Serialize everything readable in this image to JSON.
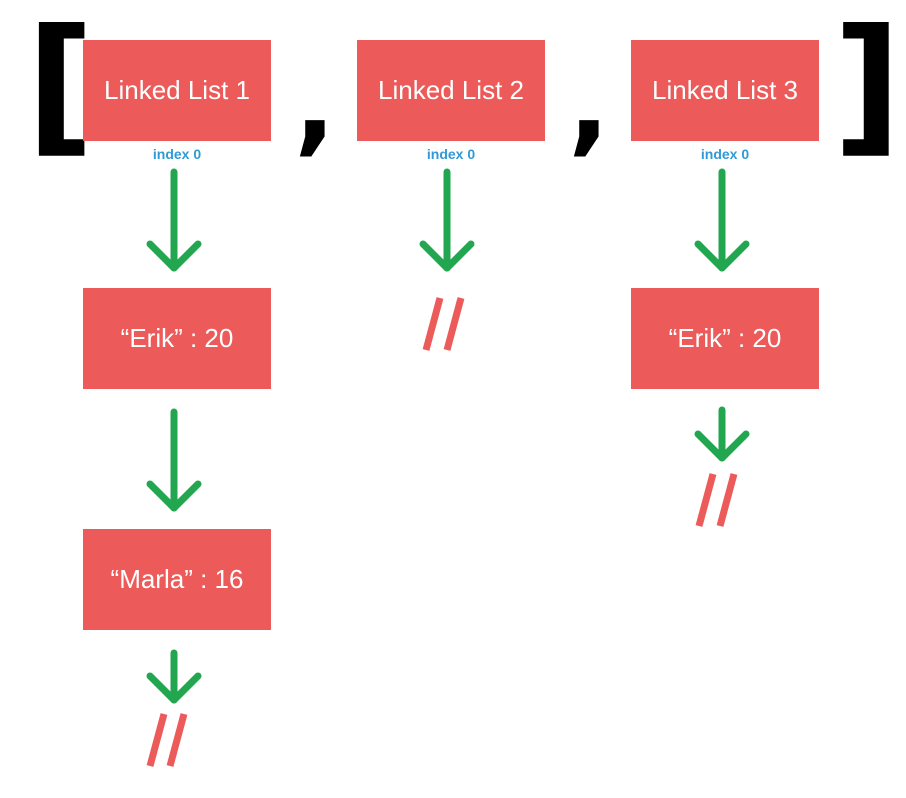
{
  "array": {
    "open_bracket": "[",
    "close_bracket": "]",
    "separator": ","
  },
  "lists": [
    {
      "header": "Linked List 1",
      "index_label": "index 0",
      "nodes": [
        "“Erik” : 20",
        "“Marla” : 16"
      ],
      "terminator": "//"
    },
    {
      "header": "Linked List 2",
      "index_label": "index 0",
      "nodes": [],
      "terminator": "//"
    },
    {
      "header": "Linked List 3",
      "index_label": "index 0",
      "nodes": [
        "“Erik” : 20"
      ],
      "terminator": "//"
    }
  ],
  "colors": {
    "node_fill": "#ec5b59",
    "arrow": "#22a750",
    "null_mark": "#ec5b59",
    "index_text": "#2f9bd6",
    "bracket": "#000000"
  }
}
